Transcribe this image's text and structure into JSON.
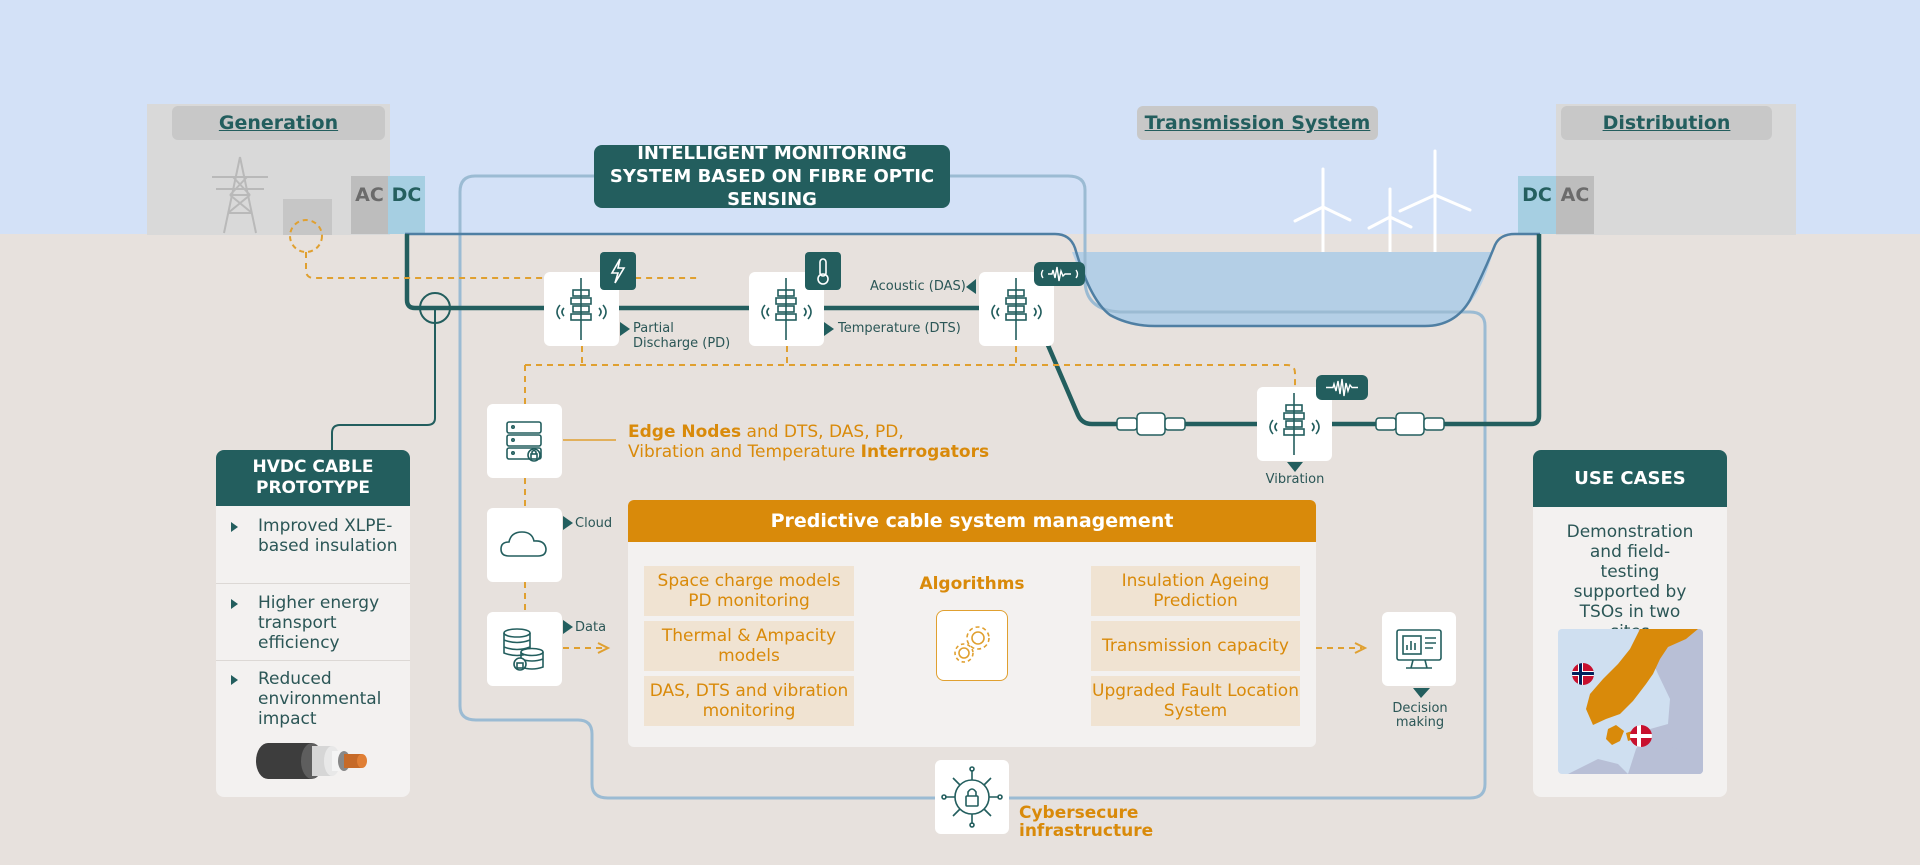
{
  "sections": {
    "generation": "Generation",
    "transmission": "Transmission System",
    "distribution": "Distribution"
  },
  "converters": {
    "ac": "AC",
    "dc": "DC"
  },
  "monitoring_title": "INTELLIGENT MONITORING SYSTEM BASED ON FIBRE OPTIC SENSING",
  "sensors": {
    "pd": "Partial Discharge (PD)",
    "dts": "Temperature (DTS)",
    "das": "Acoustic (DAS)",
    "vibration": "Vibration"
  },
  "edge_nodes": {
    "part1": "Edge Nodes",
    "part2": " and DTS, DAS, PD,",
    "part3": "Vibration and Temperature ",
    "part4": "Interrogators"
  },
  "side_labels": {
    "cloud": "Cloud",
    "data": "Data"
  },
  "predictive": {
    "title": "Predictive cable system management",
    "inputs": [
      "Space charge models PD monitoring",
      "Thermal & Ampacity models",
      "DAS, DTS and vibration monitoring"
    ],
    "algorithms": "Algorithms",
    "outputs": [
      "Insulation Ageing Prediction",
      "Transmission capacity",
      "Upgraded Fault Location System"
    ]
  },
  "decision": "Decision making",
  "cybersecure": "Cybersecure infrastructure",
  "hvdc": {
    "title": "HVDC CABLE PROTOTYPE",
    "bullets": [
      "Improved XLPE- based insulation",
      "Higher energy transport efficiency",
      "Reduced environmental impact"
    ]
  },
  "use_cases": {
    "title": "USE CASES",
    "text": "Demonstration and field-testing supported by TSOs in two sites"
  },
  "colors": {
    "teal": "#235e5e",
    "orange": "#d98a0a",
    "sky": "#d3e1f7",
    "ground": "#e7e1dd",
    "water": "#b4cfe6",
    "map_land": "#d98a0a",
    "map_sea": "#cfdff0",
    "map_other": "#b8bfd6"
  },
  "icons": [
    "pylon-icon",
    "wind-turbine-icon",
    "fibre-sensor-icon",
    "lightning-icon",
    "thermometer-icon",
    "soundwave-icon",
    "server-icon",
    "cloud-icon",
    "database-icon",
    "gears-icon",
    "monitor-chart-icon",
    "lock-circuit-icon",
    "cable-cross-section-icon",
    "cable-joint-icon",
    "norway-flag-icon",
    "denmark-flag-icon"
  ]
}
